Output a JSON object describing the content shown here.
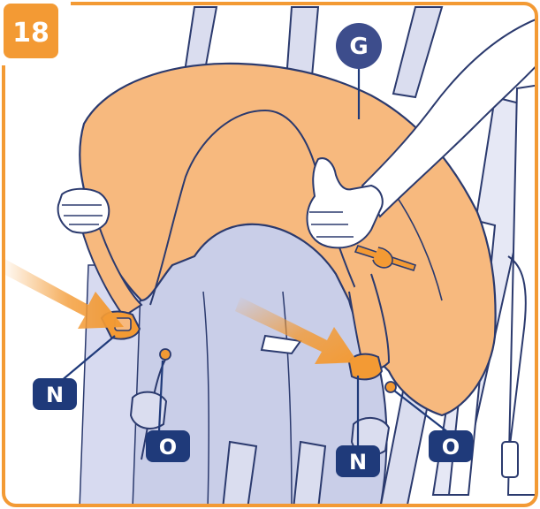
{
  "step_number": "18",
  "callouts": {
    "g": "G",
    "n_left": "N",
    "n_right": "N",
    "o_left": "O",
    "o_right": "O"
  },
  "colors": {
    "frame_orange": "#F39A34",
    "canopy_fill": "#F7B97E",
    "seat_fill": "#C9CEE8",
    "outline_navy": "#2B3A6E",
    "callout_navy": "#1F3A7A",
    "arrow_orange": "#F39A34",
    "skin": "#FFFFFF"
  }
}
